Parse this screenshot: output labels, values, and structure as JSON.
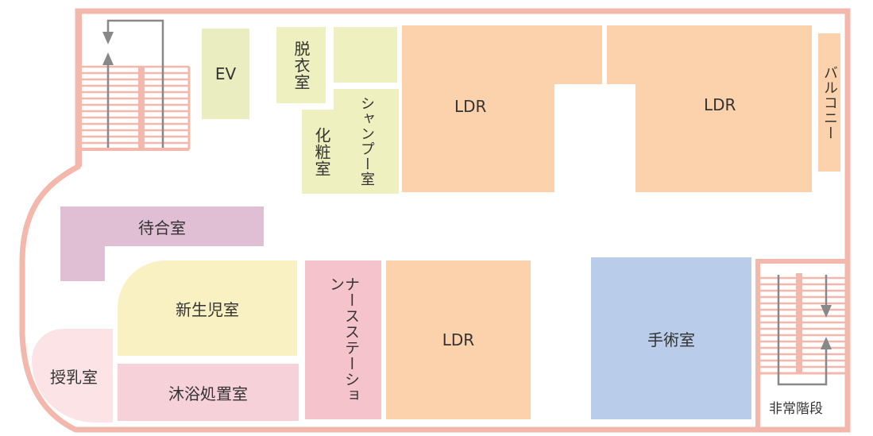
{
  "colors": {
    "outline": "#f3b8ab",
    "ldr": "#fcd2ac",
    "utility": "#eff0bf",
    "ev": "#eaedc0",
    "waiting": "#e0bfd4",
    "nursery": "#faf1c2",
    "station": "#f4c3cb",
    "bath": "#f7d1da",
    "nursing": "#fbe3e6",
    "surgery": "#b9cdea",
    "arrow": "#888888"
  },
  "rooms": {
    "ev": "EV",
    "dressing": "脱衣室",
    "makeup": "化粧室",
    "shampoo": "シャンプー室",
    "ldr_top_left": "LDR",
    "ldr_top_right": "LDR",
    "balcony": "バルコニー",
    "waiting": "待合室",
    "nursery": "新生児室",
    "nurse_station": "ナースステーション",
    "ldr_bottom": "LDR",
    "surgery": "手術室",
    "nursing": "授乳室",
    "bath_treatment": "沐浴処置室",
    "emergency_stairs": "非常階段"
  }
}
